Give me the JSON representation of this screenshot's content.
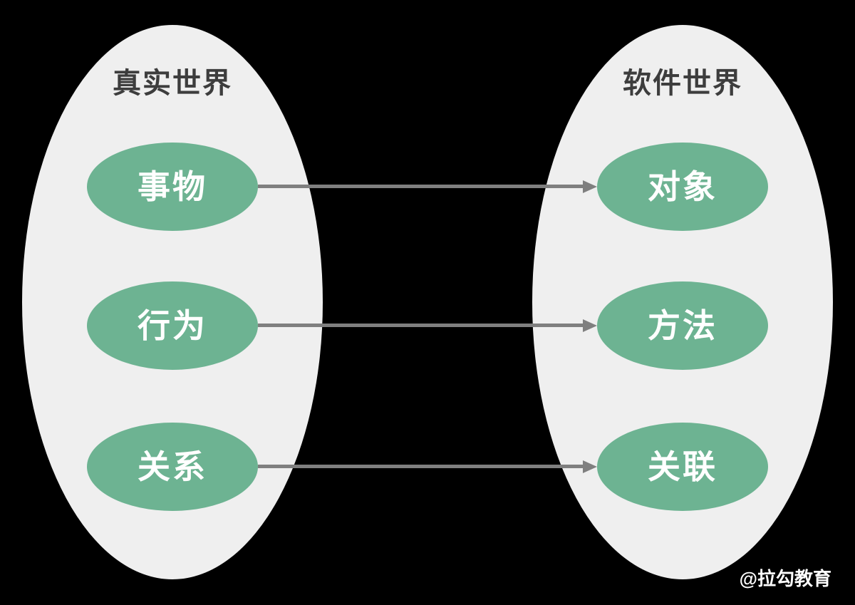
{
  "diagram": {
    "left_group": {
      "title": "真实世界",
      "items": [
        {
          "label": "事物"
        },
        {
          "label": "行为"
        },
        {
          "label": "关系"
        }
      ]
    },
    "right_group": {
      "title": "软件世界",
      "items": [
        {
          "label": "对象"
        },
        {
          "label": "方法"
        },
        {
          "label": "关联"
        }
      ]
    },
    "mappings": [
      {
        "from": "事物",
        "to": "对象"
      },
      {
        "from": "行为",
        "to": "方法"
      },
      {
        "from": "关系",
        "to": "关联"
      }
    ]
  },
  "watermark": "@拉勾教育",
  "colors": {
    "background": "#000000",
    "world_ellipse_fill": "#EFEFEF",
    "node_ellipse_fill": "#6DB392",
    "arrow": "#7F7F7F",
    "title_text": "#3D3D3D",
    "node_text": "#FFFFFF",
    "watermark_text": "#FFFFFF"
  }
}
